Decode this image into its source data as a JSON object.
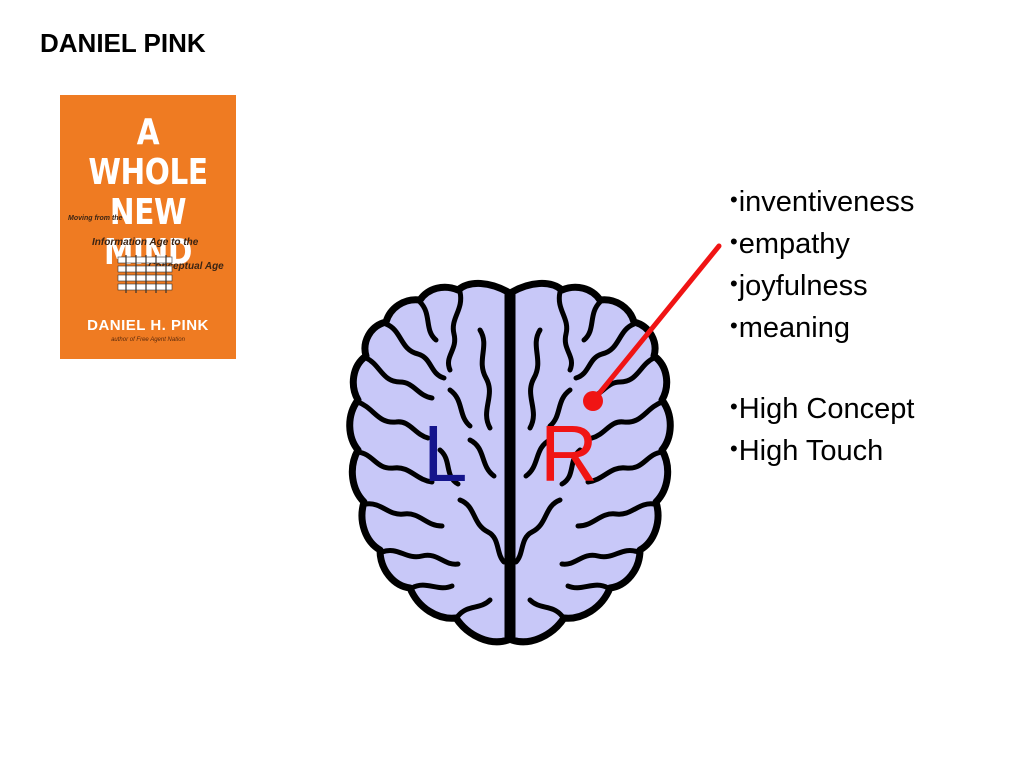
{
  "slide": {
    "title": "DANIEL PINK"
  },
  "book": {
    "title": "A WHOLE NEW MIND",
    "subtitle_line1": "Moving from the",
    "subtitle_line2": "Information Age to the",
    "subtitle_line3": "Conceptual Age",
    "author": "DANIEL H. PINK",
    "tagline": "author of Free Agent Nation",
    "background_color": "#ef7b22"
  },
  "brain": {
    "left_label": "L",
    "right_label": "R",
    "fill_color": "#c8c8f8",
    "outline_color": "#000000",
    "left_label_color": "#14148c",
    "right_label_color": "#f01414",
    "pointer_color": "#f01414"
  },
  "traits": {
    "group1": [
      "inventiveness",
      "empathy",
      "joyfulness",
      "meaning"
    ],
    "group2": [
      "High Concept",
      "High Touch"
    ],
    "bullet": "•"
  }
}
